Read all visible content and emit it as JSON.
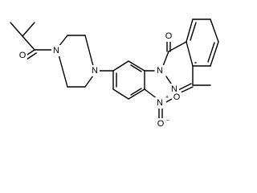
{
  "molecule": {
    "atoms": {
      "carbonyl_oxygen_left": "O",
      "piperazine_n1": "N",
      "piperazine_n4": "N",
      "phthalazinone_n2": "N",
      "phthalazinone_n3": "N",
      "phthalazinone_oxygen": "O",
      "nitro_nitrogen": "N",
      "nitro_oxygen_top": "O",
      "nitro_oxygen_bottom": "O"
    },
    "charges": {
      "nitro_nitrogen": "+",
      "nitro_oxygen_bottom": "−"
    }
  }
}
